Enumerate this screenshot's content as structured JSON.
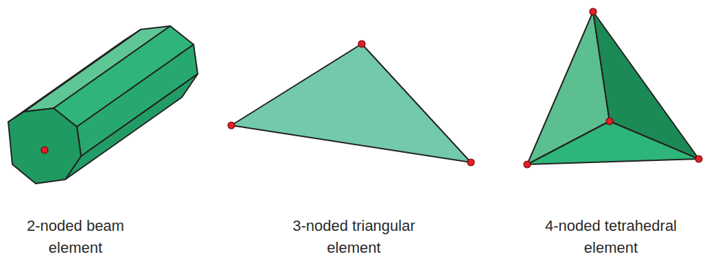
{
  "diagram": {
    "labels": [
      "2-noded beam element",
      "3-noded triangular element",
      "4-noded tetrahedral element"
    ]
  }
}
